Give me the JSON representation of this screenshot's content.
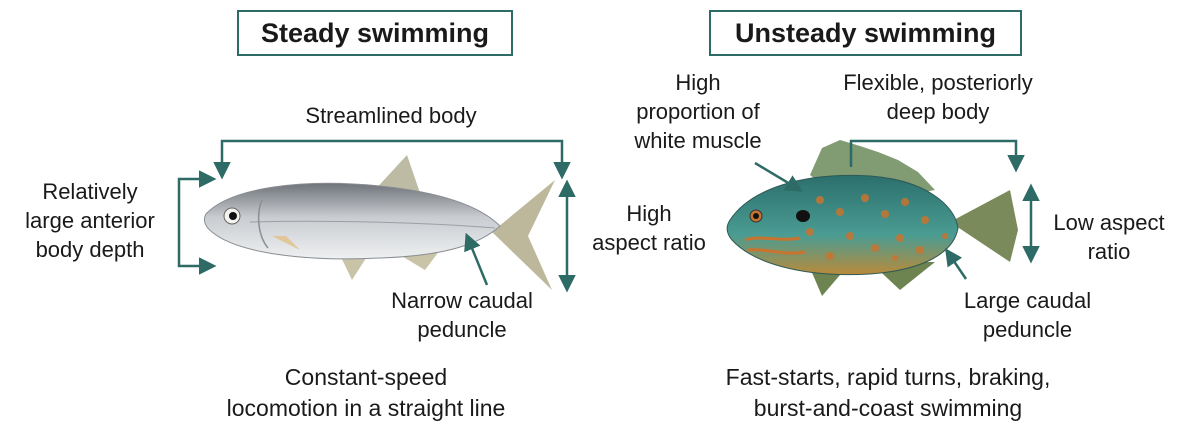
{
  "steady": {
    "title": "Steady swimming",
    "labels": {
      "streamlined": "Streamlined body",
      "anterior_depth": "Relatively\nlarge anterior\nbody depth",
      "aspect_ratio": "High\naspect ratio",
      "peduncle": "Narrow caudal\npeduncle",
      "summary": "Constant-speed\nlocomotion in a straight line"
    },
    "fish_image": "silver-minnow-fish"
  },
  "unsteady": {
    "title": "Unsteady swimming",
    "labels": {
      "white_muscle": "High\nproportion of\nwhite muscle",
      "flexible_body": "Flexible, posteriorly\ndeep body",
      "aspect_ratio": "Low aspect\nratio",
      "peduncle": "Large caudal\npeduncle",
      "summary": "Fast-starts, rapid turns, braking,\nburst-and-coast swimming"
    },
    "fish_image": "pumpkinseed-sunfish"
  },
  "colors": {
    "annotation": "#2e6b66",
    "minnow_body": "#b9bcc0",
    "sunfish_body": "#3f8f8a",
    "sunfish_spots": "#c9742e"
  }
}
